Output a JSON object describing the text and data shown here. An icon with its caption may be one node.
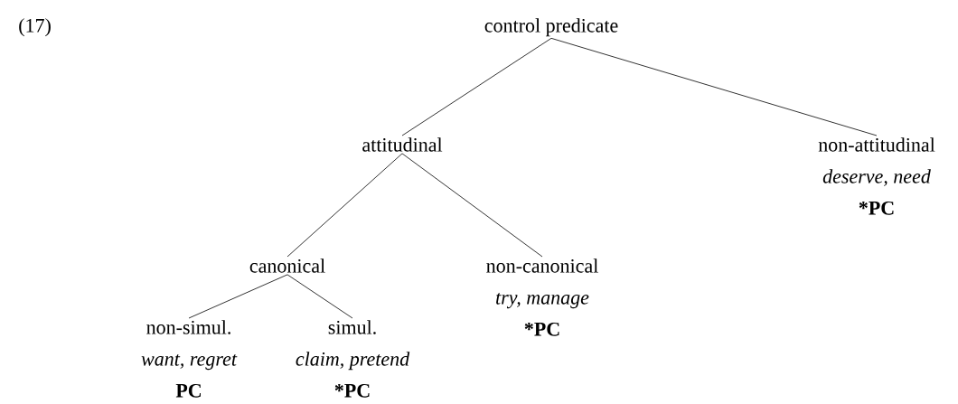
{
  "diagram": {
    "nodes": [
      {
        "text": [
          "control predicate"
        ]
      },
      {
        "text": [
          "attitudinal"
        ]
      },
      {
        "text": [
          "non-attitudinal",
          "deserve, need",
          "*PC"
        ]
      },
      {
        "text": [
          "canonical"
        ]
      },
      {
        "text": [
          "non-canonical",
          "try, manage",
          "*PC"
        ]
      },
      {
        "text": [
          "non-simul.",
          "want, regret",
          "PC"
        ]
      },
      {
        "text": [
          "simul.",
          "claim, pretend",
          "*PC"
        ]
      }
    ],
    "edges": [
      {
        "from": 0,
        "to": 1,
        "arrow": "none"
      },
      {
        "from": 0,
        "to": 2,
        "arrow": "none"
      },
      {
        "from": 1,
        "to": 3,
        "arrow": "none"
      },
      {
        "from": 1,
        "to": 4,
        "arrow": "none"
      },
      {
        "from": 3,
        "to": 5,
        "arrow": "none"
      },
      {
        "from": 3,
        "to": 6,
        "arrow": "none"
      }
    ],
    "labels": [
      "(17)"
    ]
  }
}
